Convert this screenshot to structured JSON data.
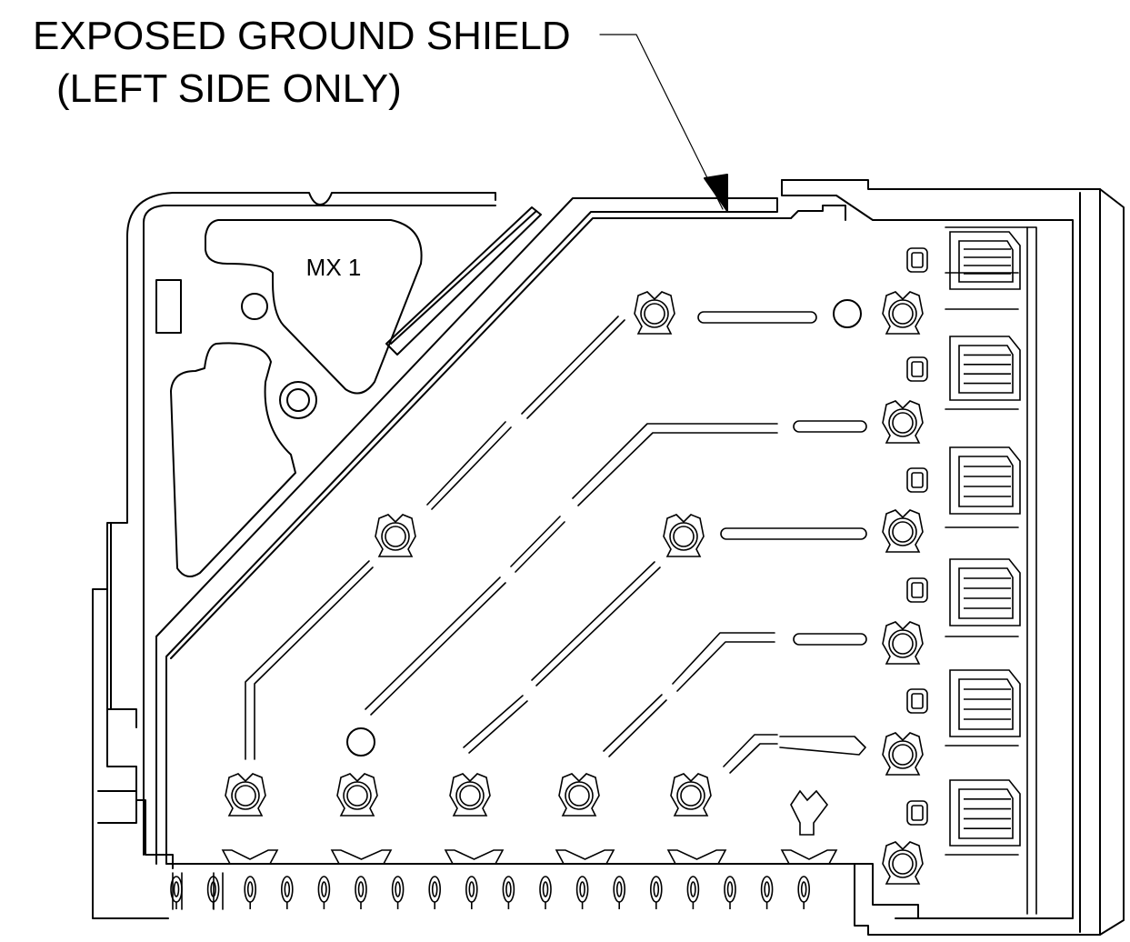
{
  "callout": {
    "line1": "EXPOSED GROUND SHIELD",
    "line2": "(LEFT SIDE ONLY)"
  },
  "part_label": "MX 1",
  "colors": {
    "line": "#000000",
    "background": "#ffffff"
  }
}
